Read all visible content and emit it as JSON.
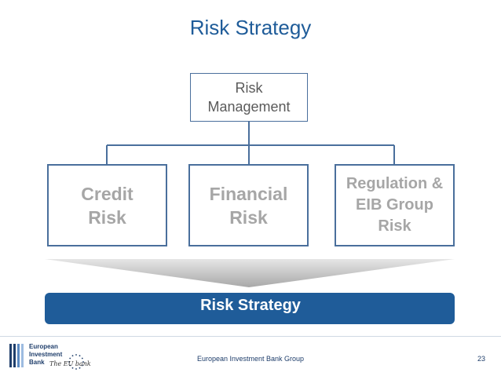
{
  "title": "Risk Strategy",
  "root": {
    "label": "Risk\nManagement"
  },
  "children": [
    {
      "label": "Credit\nRisk"
    },
    {
      "label": "Financial\nRisk"
    },
    {
      "label": "Regulation &\nEIB Group\nRisk"
    }
  ],
  "result": {
    "label": "Risk Strategy"
  },
  "footer": {
    "logo_text": "European\nInvestment\nBank",
    "logo_tagline": "The EU bank",
    "center_text": "European Investment Bank Group",
    "page_number": "23"
  },
  "colors": {
    "title": "#1f5c99",
    "box_border": "#4a6f9c",
    "bar": "#1f5c99",
    "funnel": "#c8c8c8",
    "child_text": "#a6a6a6"
  }
}
